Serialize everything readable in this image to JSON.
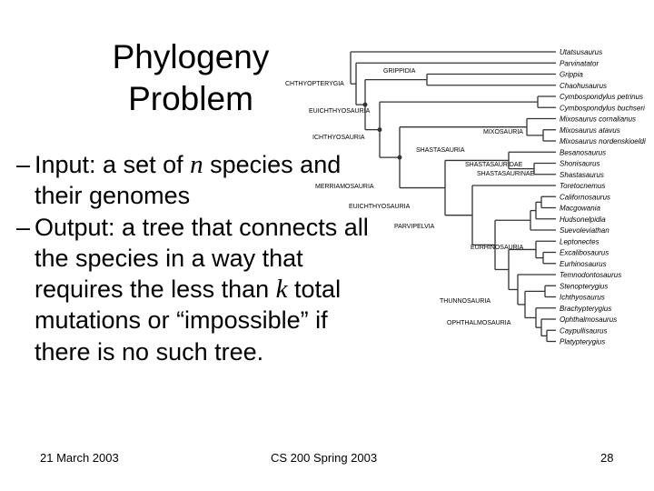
{
  "slide": {
    "title_line1": "Phylogeny",
    "title_line2": "Problem",
    "bullet1_pre": "Input: a set of ",
    "bullet1_var": "n",
    "bullet1_post": " species and their genomes",
    "bullet2_pre": "Output: a tree that connects all the species in a way that requires the less than ",
    "bullet2_var": "k",
    "bullet2_post": " total mutations or “impossible” if there is no such tree.",
    "bullet_marker": "–"
  },
  "footer": {
    "date": "21 March 2003",
    "course": "CS 200 Spring 2003",
    "page": "28"
  },
  "tree": {
    "taxa": [
      "Utatsusaurus",
      "Parvinatator",
      "Grippia",
      "Chaohusaurus",
      "Cymbospondylus petrinus",
      "Cymbospondylus buchseri",
      "Mixosaurus cornalianus",
      "Mixosaurus atavus",
      "Mixosaurus nordenskioeldi",
      "Besanosaurus",
      "Shonisaurus",
      "Shastasaurus",
      "Toretocnemus",
      "Californosaurus",
      "Macgowania",
      "Hudsonelpidia",
      "Suevoleviathan",
      "Leptonectes",
      "Excalibosaurus",
      "Eurhinosaurus",
      "Temnodontosaurus",
      "Stenopterygius",
      "Ichthyosaurus",
      "Brachypterygius",
      "Ophthalmosaurus",
      "Caypullisaurus",
      "Platypterygius"
    ],
    "clades": [
      {
        "name": "GRIPPIDIA"
      },
      {
        "name": "CHTHYOPTERYGIA"
      },
      {
        "name": "EUICHTHYOSAURIA"
      },
      {
        "name": "ICHTHYOSAURIA"
      },
      {
        "name": "MIXOSAURIA"
      },
      {
        "name": "SHASTASAURIA"
      },
      {
        "name": "SHASTASAURIDAE"
      },
      {
        "name": "SHASTASAURINAE"
      },
      {
        "name": "MERRIAMOSAURIA"
      },
      {
        "name": "EUICHTHYOSAURIA"
      },
      {
        "name": "PARVIPELVIA"
      },
      {
        "name": "EURHINOSAURIA"
      },
      {
        "name": "THUNNOSAURIA"
      },
      {
        "name": "OPHTHALMOSAURIA"
      }
    ]
  }
}
